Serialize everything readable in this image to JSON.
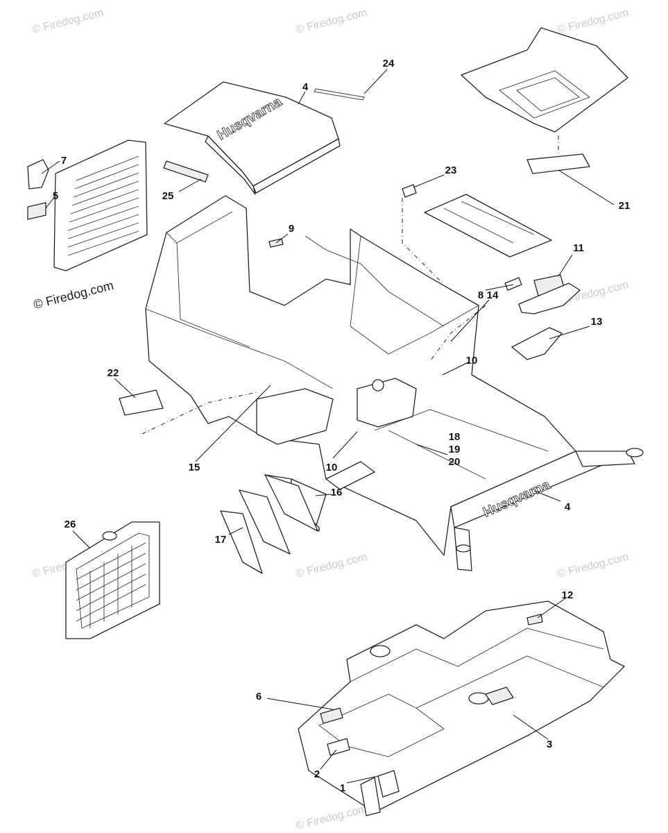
{
  "diagram": {
    "callouts": {
      "c1": "1",
      "c2": "2",
      "c3": "3",
      "c4a": "4",
      "c4b": "4",
      "c5": "5",
      "c6": "6",
      "c7": "7",
      "c8": "8",
      "c9": "9",
      "c10a": "10",
      "c10b": "10",
      "c11": "11",
      "c12": "12",
      "c13": "13",
      "c14": "14",
      "c15": "15",
      "c16": "16",
      "c17": "17",
      "c18": "18",
      "c19": "19",
      "c20": "20",
      "c21": "21",
      "c22": "22",
      "c23": "23",
      "c24": "24",
      "c25": "25",
      "c26": "26"
    },
    "brand_text": "Husqvarna",
    "watermarks": {
      "w1": "© Firedog.com",
      "w2": "© Firedog.com",
      "w3": "© Firedog.com",
      "w4": "© Firedog.com",
      "w5": "© Firedog.com",
      "w6": "© Firedog.com",
      "w7": "© Firedog.com",
      "w8": "© Firedog.com",
      "w9": "© Firedog.com",
      "w10": "© Firedog.com"
    },
    "colors": {
      "line": "#222222",
      "watermark": "#c9c9c9",
      "background": "#ffffff"
    }
  }
}
